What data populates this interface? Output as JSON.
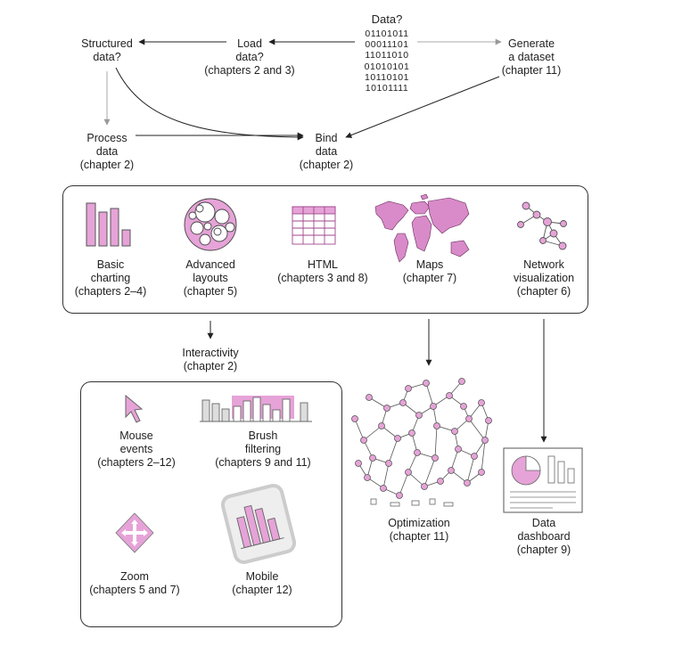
{
  "data_question": "Data?",
  "binary_lines": [
    "01101011",
    "00011101",
    "11011010",
    "01010101",
    "10110101",
    "10101111"
  ],
  "structured": [
    "Structured",
    "data?"
  ],
  "load": [
    "Load",
    "data?",
    "(chapters 2 and 3)"
  ],
  "generate": [
    "Generate",
    "a dataset",
    "(chapter 11)"
  ],
  "process": [
    "Process",
    "data",
    "(chapter 2)"
  ],
  "bind": [
    "Bind",
    "data",
    "(chapter 2)"
  ],
  "techniques": [
    {
      "lines": [
        "Basic",
        "charting",
        "(chapters 2–4)"
      ]
    },
    {
      "lines": [
        "Advanced",
        "layouts",
        "(chapter 5)"
      ]
    },
    {
      "lines": [
        "HTML",
        "(chapters 3 and 8)"
      ]
    },
    {
      "lines": [
        "Maps",
        "(chapter 7)"
      ]
    },
    {
      "lines": [
        "Network",
        "visualization",
        "(chapter 6)"
      ]
    }
  ],
  "interactivity": [
    "Interactivity",
    "(chapter 2)"
  ],
  "interactions": [
    {
      "lines": [
        "Mouse",
        "events",
        "(chapters 2–12)"
      ]
    },
    {
      "lines": [
        "Brush",
        "filtering",
        "(chapters 9 and 11)"
      ]
    },
    {
      "lines": [
        "Zoom",
        "(chapters 5 and 7)"
      ]
    },
    {
      "lines": [
        "Mobile",
        "(chapter 12)"
      ]
    }
  ],
  "optimization": [
    "Optimization",
    "(chapter 11)"
  ],
  "dashboard": [
    "Data",
    "dashboard",
    "(chapter 9)"
  ],
  "colors": {
    "accent": "#e6a3d8",
    "accent_dark": "#b23c9a",
    "stroke": "#333333",
    "arrow_gray": "#aaaaaa"
  }
}
